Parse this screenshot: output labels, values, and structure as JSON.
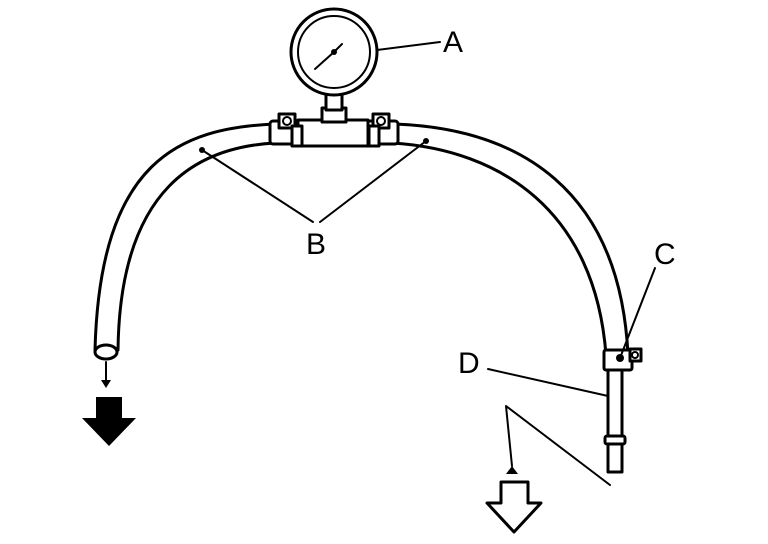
{
  "labels": {
    "a": "A",
    "b": "B",
    "c": "C",
    "d": "D"
  },
  "colors": {
    "line": "#000000",
    "background": "#ffffff"
  },
  "icons": {
    "gauge": "pressure-gauge-icon",
    "flow_solid": "solid-arrow-down-icon",
    "flow_outline": "outline-arrow-down-icon"
  }
}
